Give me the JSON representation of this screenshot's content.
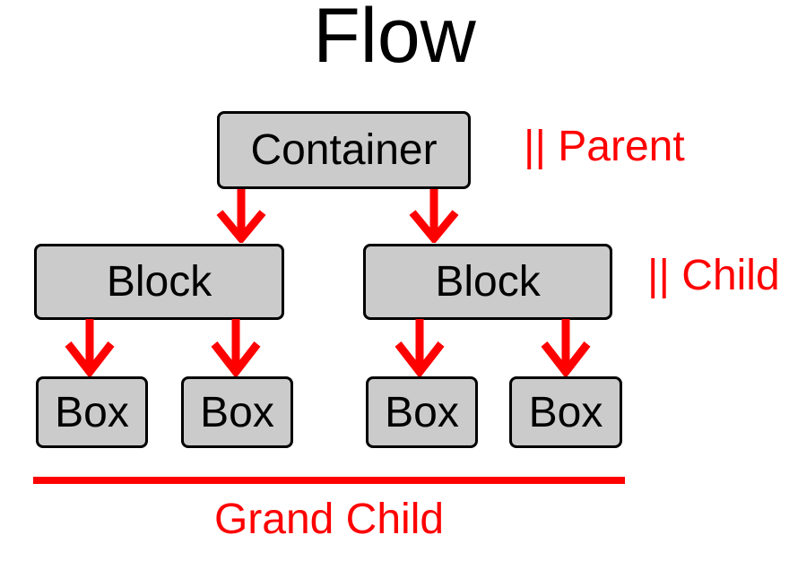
{
  "title": "Flow",
  "colors": {
    "accent_red": "#ff0000",
    "node_fill": "#cbcbcb",
    "node_border": "#000000",
    "text": "#000000",
    "background": "#ffffff"
  },
  "diagram": {
    "container_label": "Container",
    "blocks": [
      "Block",
      "Block"
    ],
    "boxes": [
      "Box",
      "Box",
      "Box",
      "Box"
    ],
    "annotations": {
      "parent": "|| Parent",
      "child": "|| Child",
      "grand_child": "Grand Child"
    }
  }
}
